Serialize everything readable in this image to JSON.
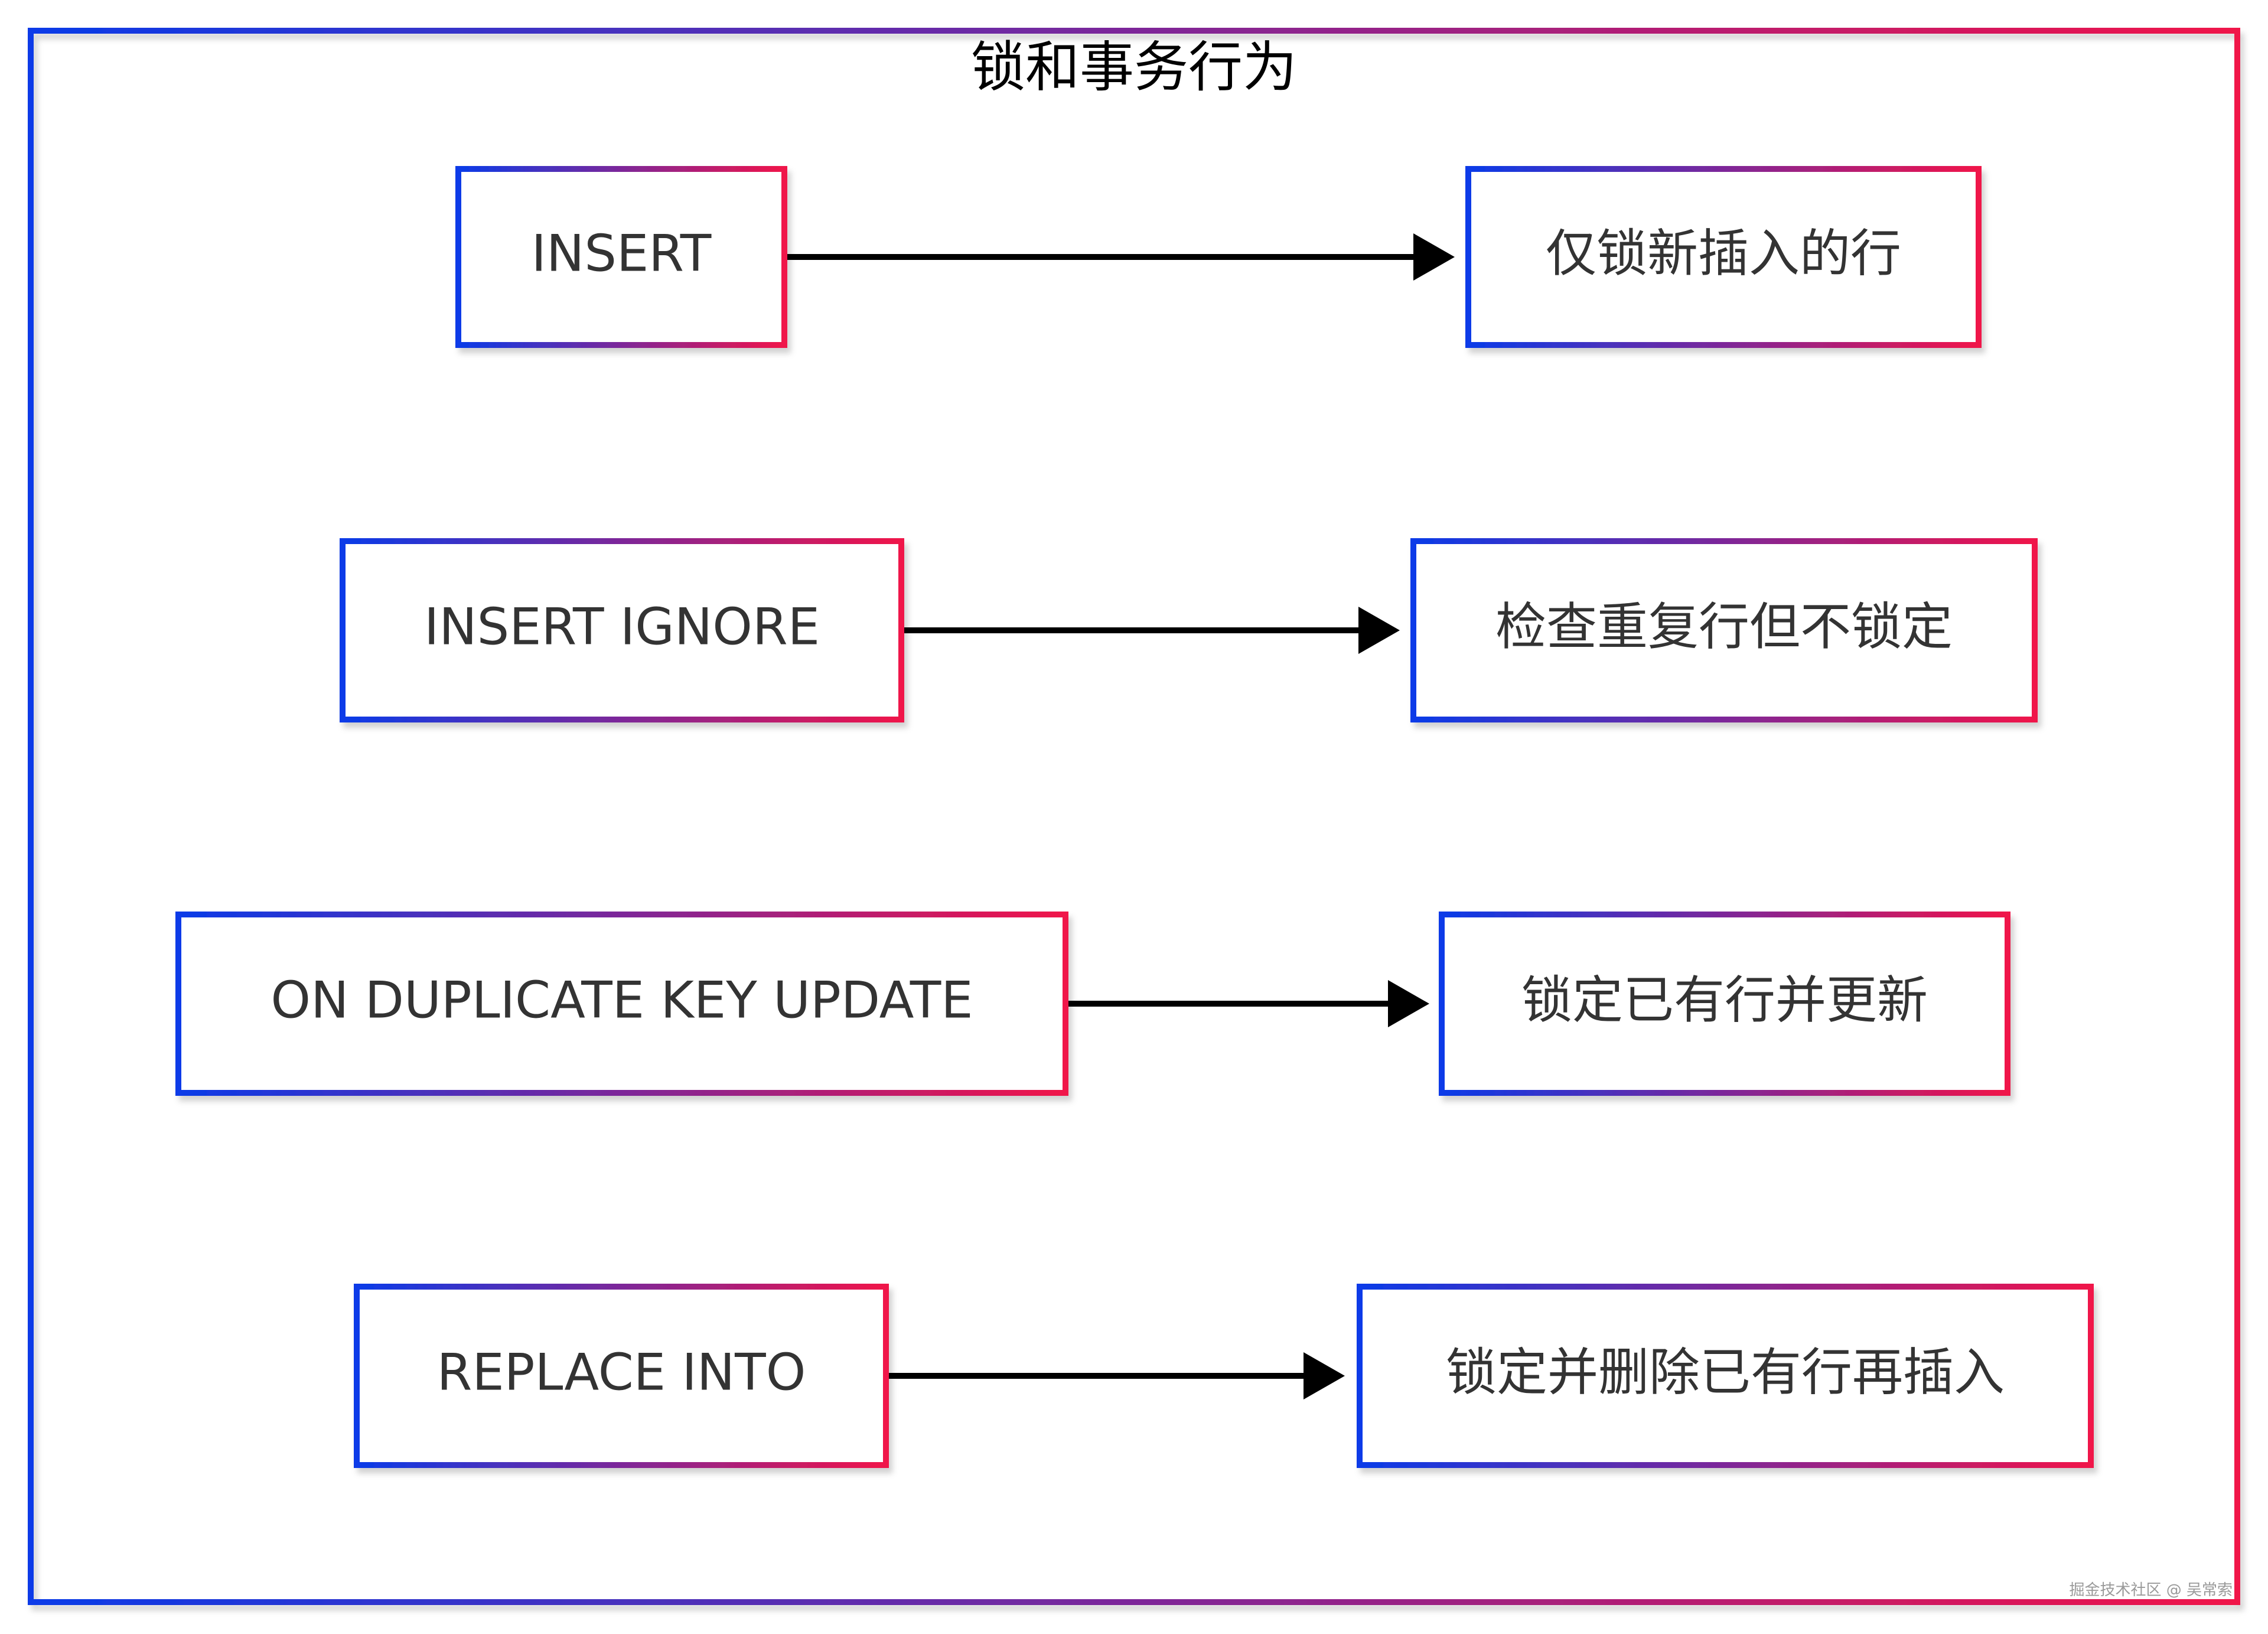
{
  "diagram": {
    "title": "锁和事务行为",
    "colors": {
      "gradient_start": "#0a3be8",
      "gradient_end": "#f0144a",
      "arrow": "#000000",
      "text": "#333333"
    },
    "rows": [
      {
        "statement": "INSERT",
        "behavior": "仅锁新插入的行"
      },
      {
        "statement": "INSERT IGNORE",
        "behavior": "检查重复行但不锁定"
      },
      {
        "statement": "ON DUPLICATE KEY UPDATE",
        "behavior": "锁定已有行并更新"
      },
      {
        "statement": "REPLACE INTO",
        "behavior": "锁定并删除已有行再插入"
      }
    ]
  },
  "watermark": "掘金技术社区 @ 吴常索"
}
